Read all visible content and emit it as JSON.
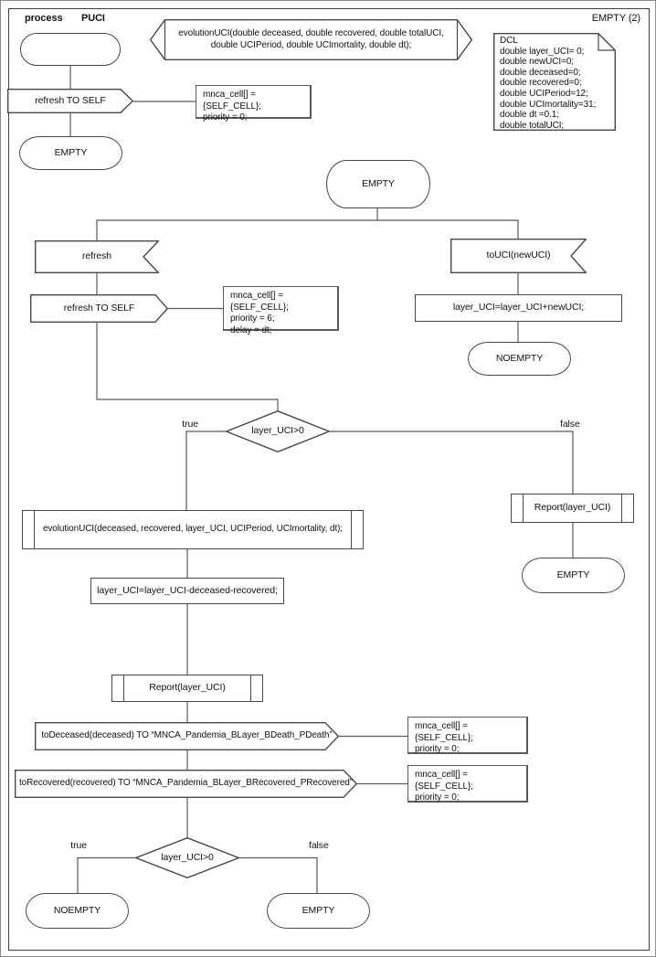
{
  "page": {
    "process_label": "process",
    "process_name": "PUCI",
    "page_label": "EMPTY (2)"
  },
  "declarations": {
    "procedure_signature": "evolutionUCI(double deceased, double recovered, double totalUCI,\ndouble UCIPeriod, double UCImortality, double dt);",
    "dcl_block": "DCL\ndouble layer_UCI= 0;\ndouble newUCI=0;\ndouble deceased=0;\ndouble recovered=0;\ndouble UCIPeriod=12;\ndouble UCImortality=31;\ndouble dt =0.1;\ndouble totalUCI;"
  },
  "start_branch": {
    "output_refresh": "refresh TO SELF",
    "output_params": "mnca_cell[] = {SELF_CELL};\npriority = 0;",
    "next_state": "EMPTY"
  },
  "empty_state_block": {
    "state": "EMPTY",
    "refresh_branch": {
      "input": "refresh",
      "output": "refresh TO SELF",
      "output_params": "mnca_cell[] = {SELF_CELL};\npriority = 6;\ndelay = dt;"
    },
    "touci_branch": {
      "input": "toUCI(newUCI)",
      "task": "layer_UCI=layer_UCI+newUCI;",
      "next_state": "NOEMPTY"
    },
    "decision": {
      "condition": "layer_UCI>0",
      "true_label": "true",
      "false_label": "false"
    },
    "false_branch": {
      "report": "Report(layer_UCI)",
      "next_state": "EMPTY"
    },
    "true_branch": {
      "procedure": "evolutionUCI(deceased, recovered, layer_UCI, UCIPeriod, UCImortality, dt);",
      "task": "layer_UCI=layer_UCI-deceased-recovered;",
      "report": "Report(layer_UCI)",
      "output_deceased": "toDeceased(deceased) TO “MNCA_Pandemia_BLayer_BDeath_PDeath”",
      "output_deceased_params": "mnca_cell[] = {SELF_CELL};\npriority = 0;",
      "output_recovered": "toRecovered(recovered) TO “MNCA_Pandemia_BLayer_BRecovered_PRecovered”",
      "output_recovered_params": "mnca_cell[] = {SELF_CELL};\npriority = 0;",
      "decision": {
        "condition": "layer_UCI>0",
        "true_label": "true",
        "false_label": "false"
      },
      "true_state": "NOEMPTY",
      "false_state": "EMPTY"
    }
  },
  "colors": {
    "shape_border": "#474747",
    "connector": "#595959",
    "text": "#111111",
    "background": "#ffffff"
  }
}
